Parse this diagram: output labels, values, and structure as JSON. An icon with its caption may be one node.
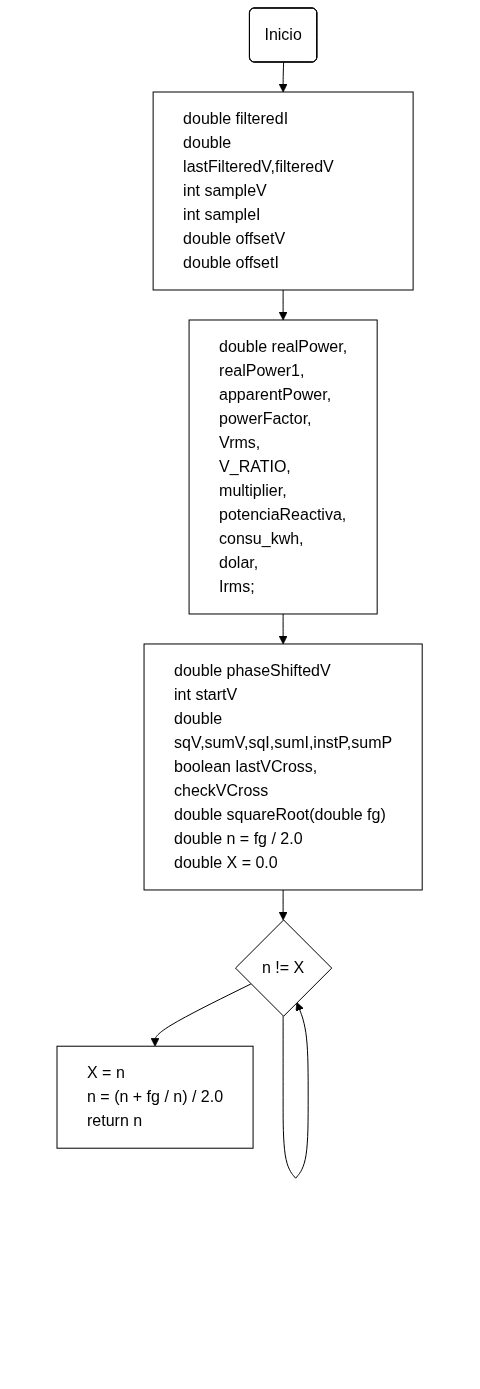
{
  "diagram": {
    "nodes": [
      {
        "text": [
          "Inicio"
        ]
      },
      {
        "text": [
          "double filteredI",
          "double lastFilteredV,filteredV",
          "int sampleV",
          "int sampleI",
          "double offsetV",
          "double offsetI"
        ]
      },
      {
        "text": [
          "double realPower,",
          "realPower1,",
          "apparentPower,",
          "powerFactor,",
          "Vrms,",
          "V_RATIO,",
          "multiplier,",
          "potenciaReactiva,",
          "consu_kwh,",
          "dolar,",
          "Irms;"
        ]
      },
      {
        "text": [
          "double phaseShiftedV",
          "int startV",
          "double sqV,sumV,sqI,sumI,instP,sumP",
          "boolean lastVCross, checkVCross",
          "double squareRoot(double fg)",
          "double n = fg / 2.0",
          "double X = 0.0"
        ]
      },
      {
        "text": [
          "n != X"
        ]
      },
      {
        "text": [
          "X = n",
          "n = (n + fg / n) / 2.0",
          "return n"
        ]
      }
    ],
    "edges": [
      {
        "from": 0,
        "to": 1,
        "arrow": "to"
      },
      {
        "from": 1,
        "to": 2,
        "arrow": "to"
      },
      {
        "from": 2,
        "to": 3,
        "arrow": "to"
      },
      {
        "from": 3,
        "to": 4,
        "arrow": "to"
      },
      {
        "from": 4,
        "to": 5,
        "arrow": "to"
      },
      {
        "from": 4,
        "to": 4,
        "arrow": "to"
      }
    ]
  }
}
